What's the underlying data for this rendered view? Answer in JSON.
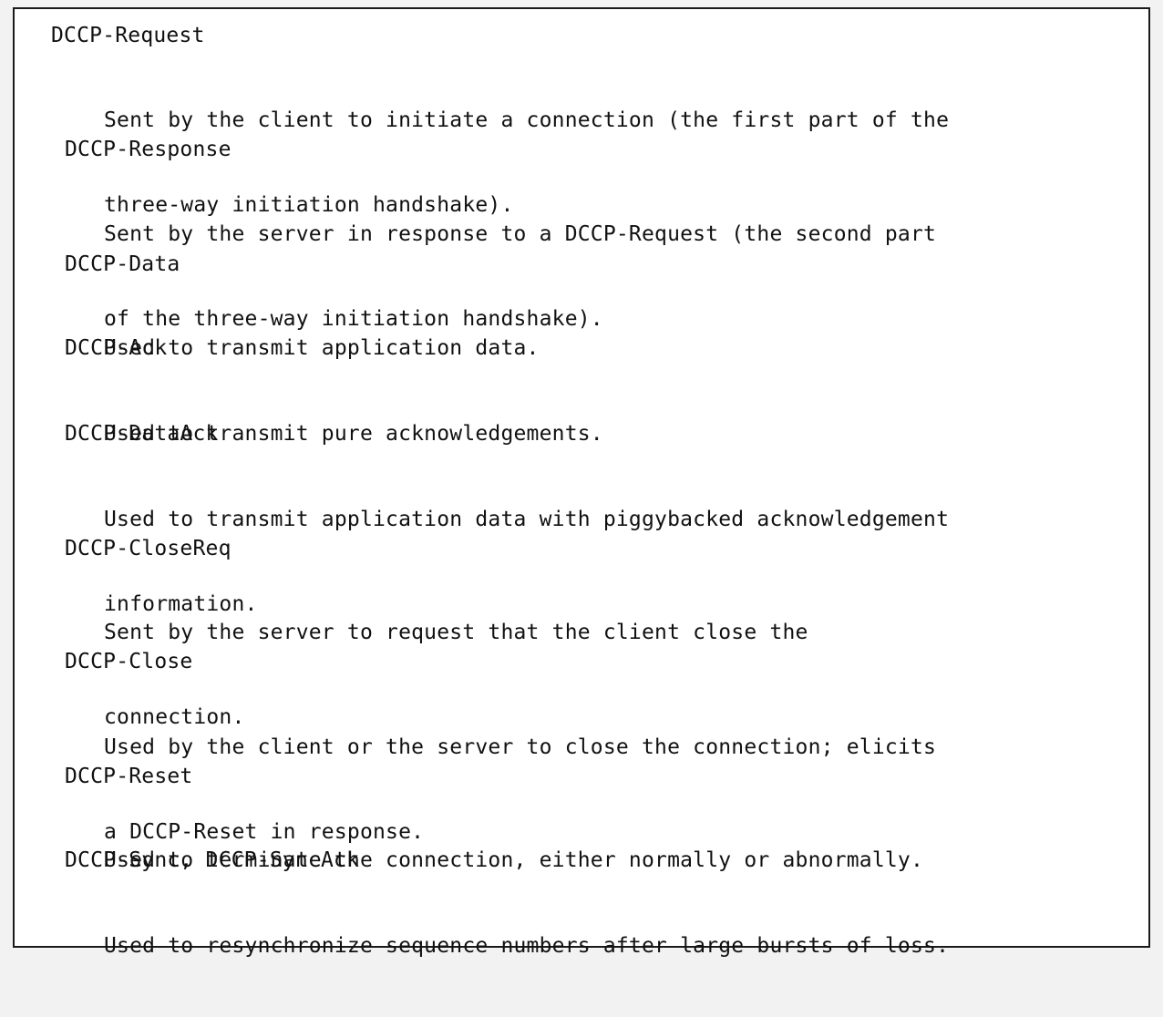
{
  "entries": [
    {
      "term": "DCCP-Request",
      "desc": [
        "Sent by the client to initiate a connection (the first part of the",
        "three-way initiation handshake)."
      ]
    },
    {
      "term": "DCCP-Response",
      "desc": [
        "Sent by the server in response to a DCCP-Request (the second part",
        "of the three-way initiation handshake)."
      ]
    },
    {
      "term": "DCCP-Data",
      "desc": [
        "Used to transmit application data."
      ]
    },
    {
      "term": "DCCP-Ack",
      "desc": [
        "Used to transmit pure acknowledgements."
      ]
    },
    {
      "term": "DCCP-DataAck",
      "desc": [
        "Used to transmit application data with piggybacked acknowledgement",
        "information."
      ]
    },
    {
      "term": "DCCP-CloseReq",
      "desc": [
        "Sent by the server to request that the client close the",
        "connection."
      ]
    },
    {
      "term": "DCCP-Close",
      "desc": [
        "Used by the client or the server to close the connection; elicits",
        "a DCCP-Reset in response."
      ]
    },
    {
      "term": "DCCP-Reset",
      "desc": [
        "Used to terminate the connection, either normally or abnormally."
      ]
    },
    {
      "term": "DCCP-Sync, DCCP-SyncAck",
      "desc": [
        "Used to resynchronize sequence numbers after large bursts of loss."
      ]
    }
  ]
}
